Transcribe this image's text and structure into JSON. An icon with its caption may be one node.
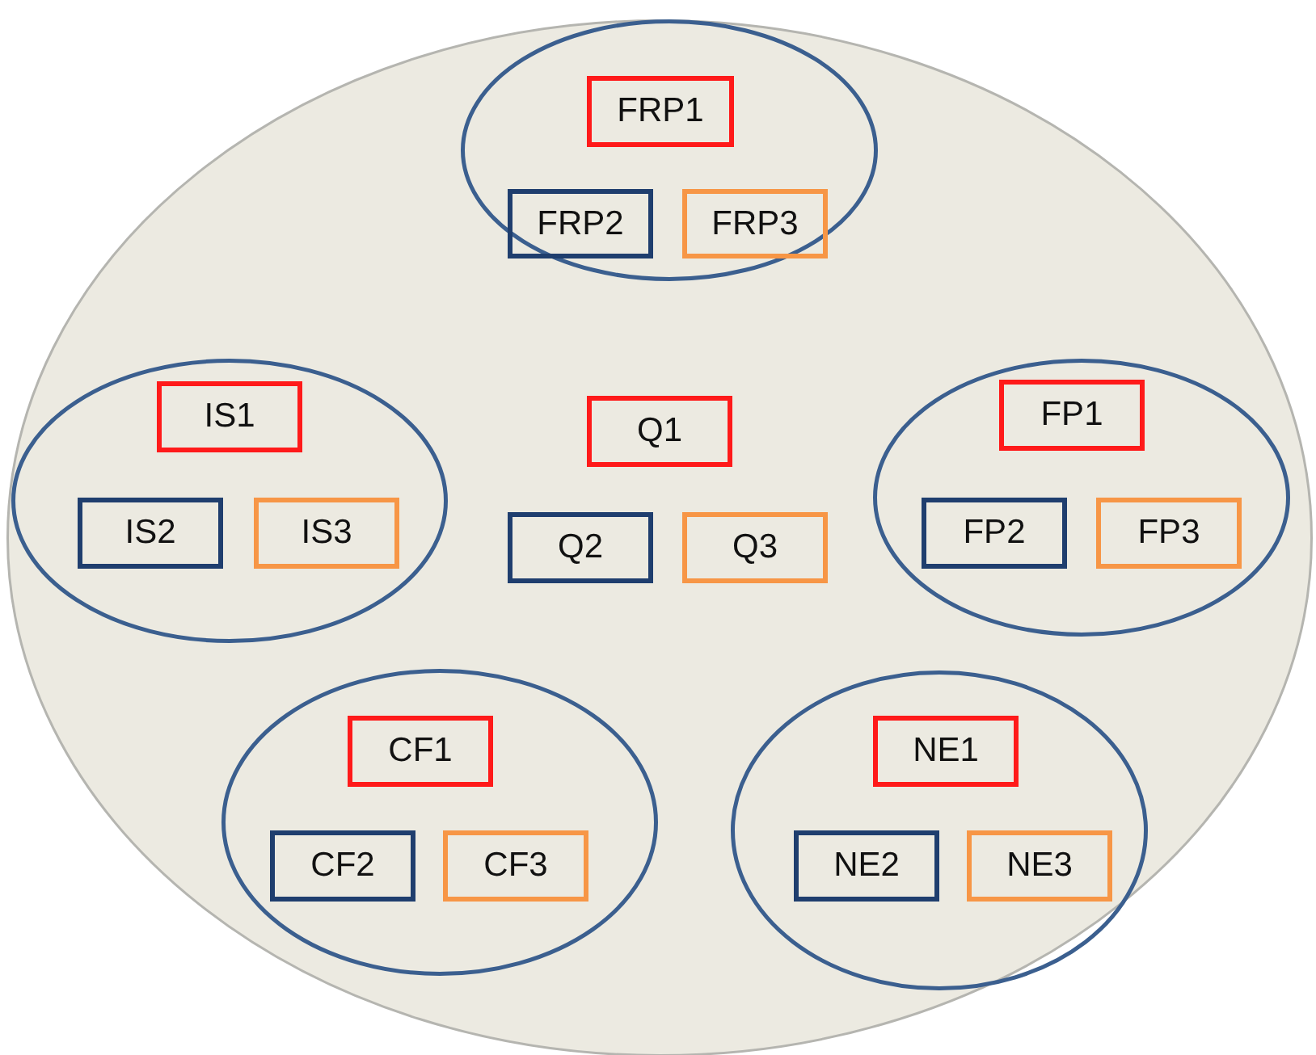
{
  "diagram": {
    "nodes": [
      {
        "text": [],
        "shape": "ellipse"
      },
      {
        "text": [],
        "shape": "ellipse",
        "in": 0
      },
      {
        "text": [
          "FRP1"
        ],
        "in": 1
      },
      {
        "text": [
          "FRP2"
        ],
        "in": 1
      },
      {
        "text": [
          "FRP3"
        ],
        "in": 1
      },
      {
        "text": [],
        "shape": "ellipse",
        "in": 0
      },
      {
        "text": [
          "IS1"
        ],
        "in": 5
      },
      {
        "text": [
          "IS2"
        ],
        "in": 5
      },
      {
        "text": [
          "IS3"
        ],
        "in": 5
      },
      {
        "text": [
          "Q1"
        ],
        "in": 0
      },
      {
        "text": [
          "Q2"
        ],
        "in": 0
      },
      {
        "text": [
          "Q3"
        ],
        "in": 0
      },
      {
        "text": [],
        "shape": "ellipse",
        "in": 0
      },
      {
        "text": [
          "FP1"
        ],
        "in": 12
      },
      {
        "text": [
          "FP2"
        ],
        "in": 12
      },
      {
        "text": [
          "FP3"
        ],
        "in": 12
      },
      {
        "text": [],
        "shape": "ellipse",
        "in": 0
      },
      {
        "text": [
          "CF1"
        ],
        "in": 16
      },
      {
        "text": [
          "CF2"
        ],
        "in": 16
      },
      {
        "text": [
          "CF3"
        ],
        "in": 16
      },
      {
        "text": [],
        "shape": "ellipse",
        "in": 0
      },
      {
        "text": [
          "NE1"
        ],
        "in": 20
      },
      {
        "text": [
          "NE2"
        ],
        "in": 20
      },
      {
        "text": [
          "NE3"
        ],
        "in": 20
      }
    ]
  }
}
